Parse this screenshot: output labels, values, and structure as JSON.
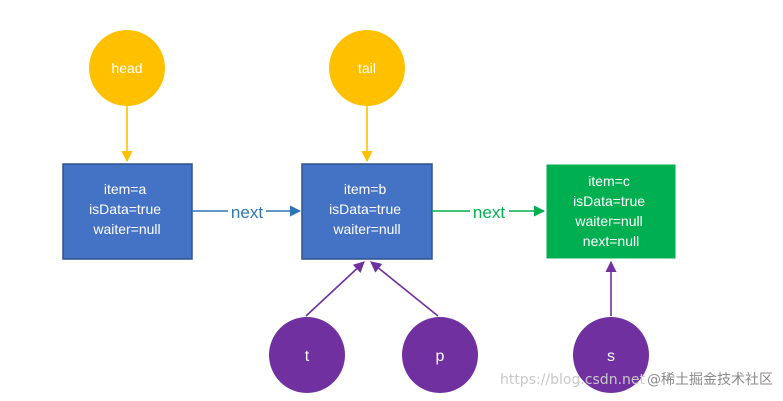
{
  "pointers": {
    "head": "head",
    "tail": "tail",
    "t": "t",
    "p": "p",
    "s": "s"
  },
  "nodes": {
    "a": [
      "item=a",
      "isData=true",
      "waiter=null"
    ],
    "b": [
      "item=b",
      "isData=true",
      "waiter=null"
    ],
    "c": [
      "item=c",
      "isData=true",
      "waiter=null",
      "next=null"
    ]
  },
  "edges": {
    "a_b": "next",
    "b_c": "next"
  },
  "watermark": {
    "url": "https://blog.csdn.net",
    "site": "@稀土掘金技术社区"
  },
  "colors": {
    "pointer_yellow": "#FFC000",
    "pointer_purple": "#7030A0",
    "node_blue": "#4472C4",
    "node_blue_border": "#2F528F",
    "node_green": "#00B050",
    "edge_blue": "#2E75B6",
    "edge_green": "#00B050",
    "edge_purple": "#7030A0"
  }
}
